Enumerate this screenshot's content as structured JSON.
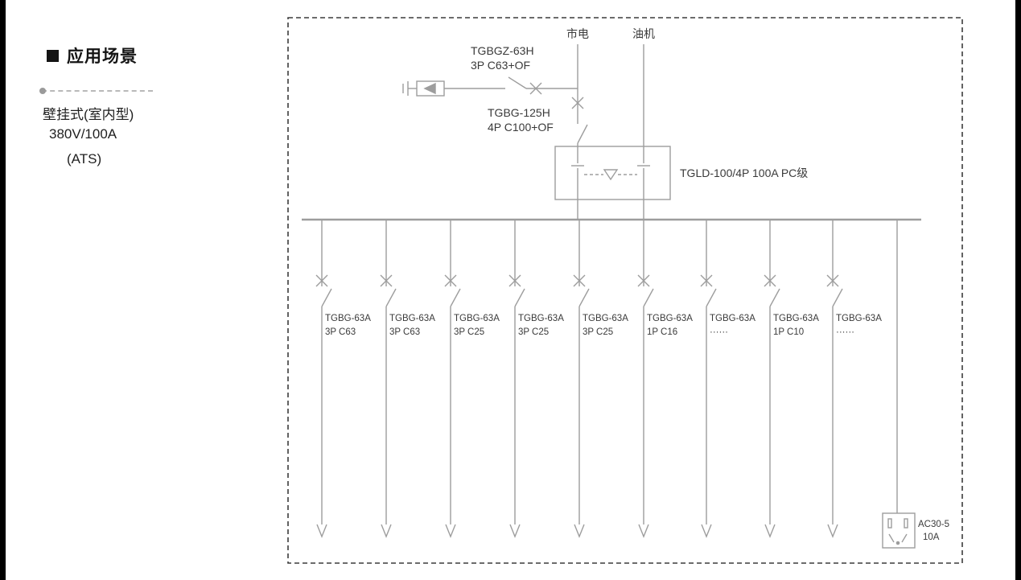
{
  "sidebar": {
    "section_title": "应用场景",
    "spec_line1": "壁挂式(室内型)",
    "spec_line2": "380V/100A",
    "spec_line3": "(ATS)"
  },
  "diagram": {
    "source_mains": "市电",
    "source_generator": "油机",
    "spd": {
      "line1": "TGBGZ-63H",
      "line2": "3P C63+OF"
    },
    "main_breaker": {
      "line1": "TGBG-125H",
      "line2": "4P C100+OF"
    },
    "ats": "TGLD-100/4P 100A PC级",
    "feeders": [
      {
        "line1": "TGBG-63A",
        "line2": "3P C63"
      },
      {
        "line1": "TGBG-63A",
        "line2": "3P C63"
      },
      {
        "line1": "TGBG-63A",
        "line2": "3P C25"
      },
      {
        "line1": "TGBG-63A",
        "line2": "3P C25"
      },
      {
        "line1": "TGBG-63A",
        "line2": "3P C25"
      },
      {
        "line1": "TGBG-63A",
        "line2": "1P C16"
      },
      {
        "line1": "TGBG-63A",
        "line2": "······"
      },
      {
        "line1": "TGBG-63A",
        "line2": "1P C10"
      },
      {
        "line1": "TGBG-63A",
        "line2": "······"
      }
    ],
    "socket": {
      "line1": "AC30-5",
      "line2": "10A"
    }
  },
  "colors": {
    "line": "#9d9d9d",
    "text": "#3a3a3a",
    "border": "#3c3c3c"
  }
}
